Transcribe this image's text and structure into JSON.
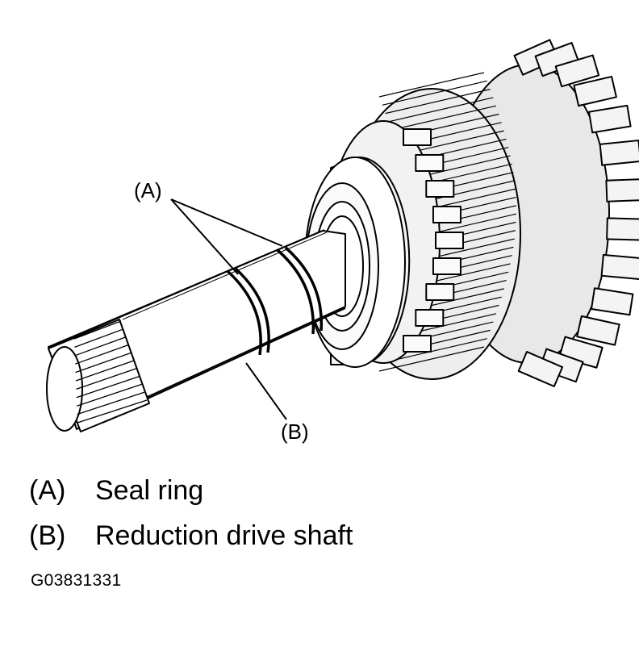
{
  "callouts": {
    "a": "(A)",
    "b": "(B)"
  },
  "legend": [
    {
      "key": "(A)",
      "text": "Seal ring"
    },
    {
      "key": "(B)",
      "text": "Reduction drive shaft"
    }
  ],
  "figure_id": "G03831331",
  "icons": [
    "reduction-drive-shaft-drawing",
    "seal-ring",
    "bearing",
    "helical-gear",
    "spur-gear"
  ]
}
